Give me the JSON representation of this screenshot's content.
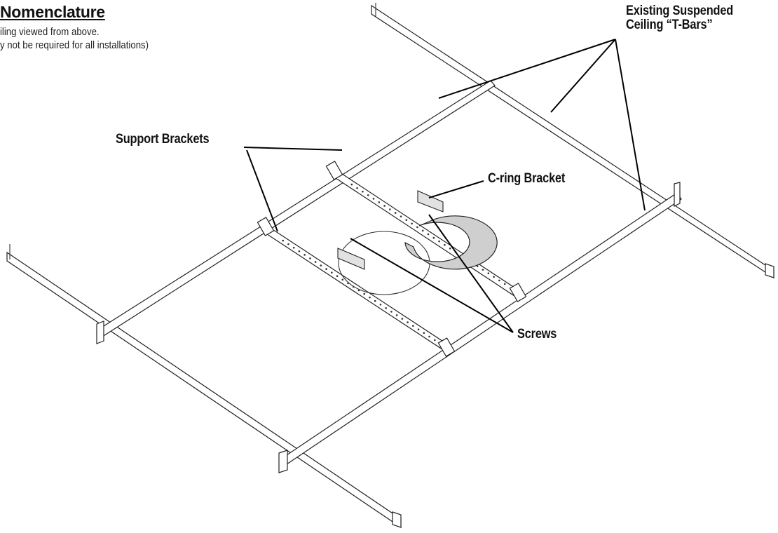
{
  "header": {
    "title": "Nomenclature",
    "subtitle_lines": [
      "iling viewed from above.",
      "y not be required for all installations)"
    ]
  },
  "callouts": {
    "tbars": {
      "lines": [
        "Existing Suspended",
        "Ceiling “T-Bars”"
      ]
    },
    "support_brackets": "Support Brackets",
    "cring_bracket": "C-ring Bracket",
    "screws": "Screws"
  }
}
